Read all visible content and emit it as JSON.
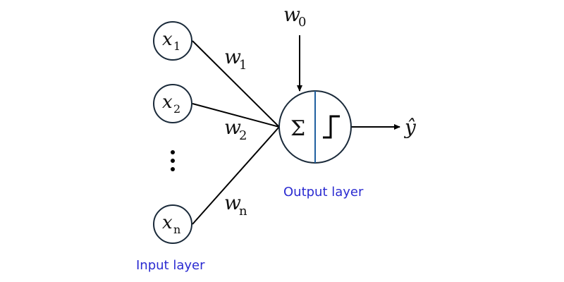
{
  "diagram": {
    "title": "Perceptron",
    "inputs": [
      {
        "var": "x",
        "sub": "1"
      },
      {
        "var": "x",
        "sub": "2"
      },
      {
        "var": "x",
        "sub": "n"
      }
    ],
    "ellipsis": "⋮",
    "weights": [
      {
        "var": "w",
        "sub": "1"
      },
      {
        "var": "w",
        "sub": "2"
      },
      {
        "var": "w",
        "sub": "n"
      }
    ],
    "bias": {
      "var": "w",
      "sub": "0"
    },
    "neuron": {
      "sum_symbol": "Σ",
      "activation": "step-function",
      "divider_color": "#1f5f9f"
    },
    "output": {
      "var": "ŷ"
    },
    "labels": {
      "input_layer": "Input layer",
      "output_layer": "Output layer"
    },
    "colors": {
      "line": "#000000",
      "node_stroke": "#1a2a3a",
      "label": "#2b2bd1"
    }
  }
}
